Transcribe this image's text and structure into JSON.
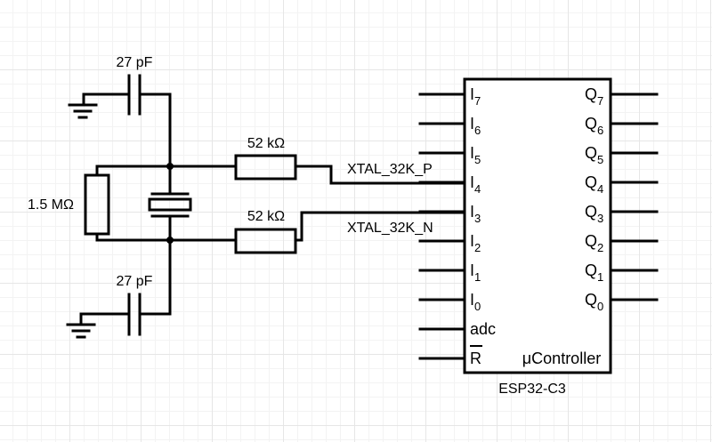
{
  "components": {
    "cap_top": {
      "label": "27 pF"
    },
    "cap_bottom": {
      "label": "27 pF"
    },
    "res_feedback": {
      "label": "1.5 MΩ"
    },
    "res_p": {
      "label": "52 kΩ"
    },
    "res_n": {
      "label": "52 kΩ"
    }
  },
  "nets": {
    "p": "XTAL_32K_P",
    "n": "XTAL_32K_N"
  },
  "chip": {
    "name": "μController",
    "part": "ESP32-C3",
    "inputs": [
      {
        "base": "I",
        "sub": "7"
      },
      {
        "base": "I",
        "sub": "6"
      },
      {
        "base": "I",
        "sub": "5"
      },
      {
        "base": "I",
        "sub": "4"
      },
      {
        "base": "I",
        "sub": "3"
      },
      {
        "base": "I",
        "sub": "2"
      },
      {
        "base": "I",
        "sub": "1"
      },
      {
        "base": "I",
        "sub": "0"
      },
      {
        "base": "adc",
        "sub": ""
      },
      {
        "base": "R",
        "sub": ""
      }
    ],
    "outputs": [
      {
        "base": "Q",
        "sub": "7"
      },
      {
        "base": "Q",
        "sub": "6"
      },
      {
        "base": "Q",
        "sub": "5"
      },
      {
        "base": "Q",
        "sub": "4"
      },
      {
        "base": "Q",
        "sub": "3"
      },
      {
        "base": "Q",
        "sub": "2"
      },
      {
        "base": "Q",
        "sub": "1"
      },
      {
        "base": "Q",
        "sub": "0"
      }
    ]
  }
}
